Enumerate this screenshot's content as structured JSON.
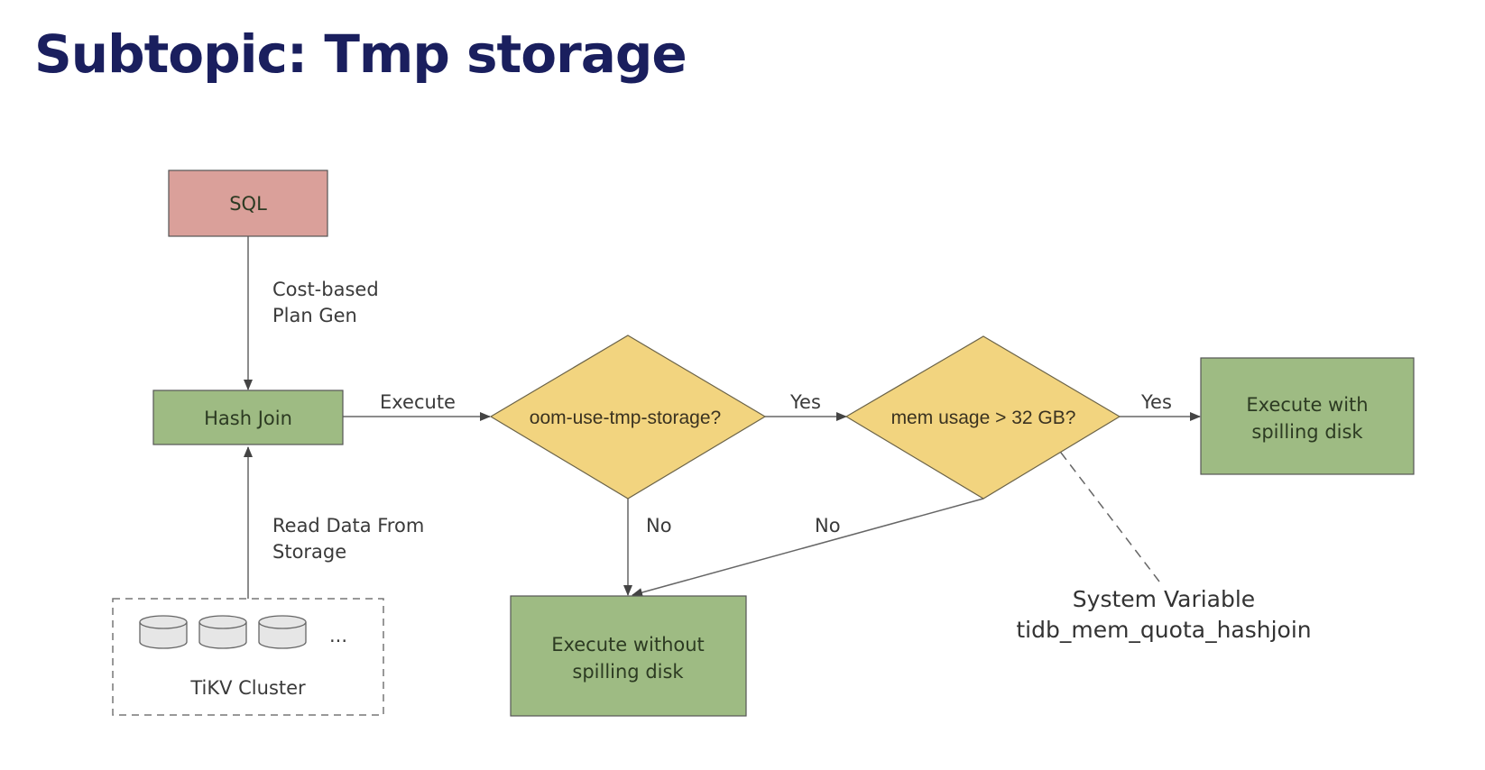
{
  "title": "Subtopic: Tmp storage",
  "colors": {
    "title": "#1a1f5e",
    "sql_fill": "#daa09a",
    "green_fill": "#9ebb83",
    "decision_fill": "#f2d47f",
    "edge": "#555555"
  },
  "nodes": {
    "sql": "SQL",
    "hash_join": "Hash Join",
    "decision_tmp": "oom-use-tmp-storage?",
    "decision_mem": "mem usage > 32 GB?",
    "exec_with_spill": [
      "Execute with",
      "spilling disk"
    ],
    "exec_without_spill": [
      "Execute without",
      "spilling disk"
    ],
    "tikv_cluster": "TiKV Cluster",
    "tikv_ellipsis": "..."
  },
  "edges": {
    "plan_gen": [
      "Cost-based",
      "Plan Gen"
    ],
    "read_data": [
      "Read Data From",
      "Storage"
    ],
    "execute": "Execute",
    "yes_1": "Yes",
    "yes_2": "Yes",
    "no_1": "No",
    "no_2": "No"
  },
  "annotation": {
    "line1": "System Variable",
    "line2": "tidb_mem_quota_hashjoin"
  }
}
